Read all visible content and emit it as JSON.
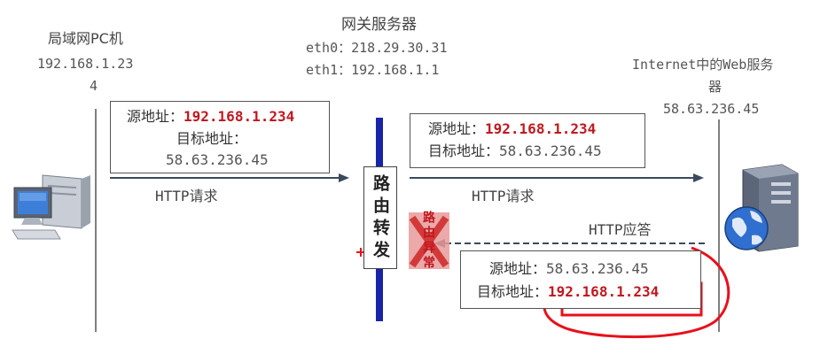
{
  "lan_pc": {
    "title": "局域网PC机",
    "ip_line1": "192.168.1.23",
    "ip_line2": "4"
  },
  "gateway": {
    "title": "网关服务器",
    "eth0": "eth0：218.29.30.31",
    "eth1": "eth1：192.168.1.1"
  },
  "web_server": {
    "title_line1": "Internet中的Web服务",
    "title_line2": "器",
    "ip": "58.63.236.45"
  },
  "packet_lan": {
    "src_label": "源地址：",
    "src_value": "192.168.1.234",
    "dst_label": "目标地址：",
    "dst_value": "58.63.236.45"
  },
  "packet_wan": {
    "src_label": "源地址：",
    "src_value": "192.168.1.234",
    "dst_label": "目标地址：",
    "dst_value": "58.63.236.45"
  },
  "packet_resp": {
    "src_label": "源地址：",
    "src_value": "58.63.236.45",
    "dst_label": "目标地址：",
    "dst_value": "192.168.1.234"
  },
  "labels": {
    "http_request_1": "HTTP请求",
    "http_request_2": "HTTP请求",
    "http_response": "HTTP应答"
  },
  "router_label": "路由转发",
  "error_label": "路由异常",
  "colors": {
    "router_bar": "#1a24a8",
    "highlight_red": "#c0181f",
    "annotation_red": "#e8101c",
    "error_fill": "#e86a6a"
  },
  "icons": {
    "pc": "pc-computer-icon",
    "server": "web-server-globe-icon"
  }
}
